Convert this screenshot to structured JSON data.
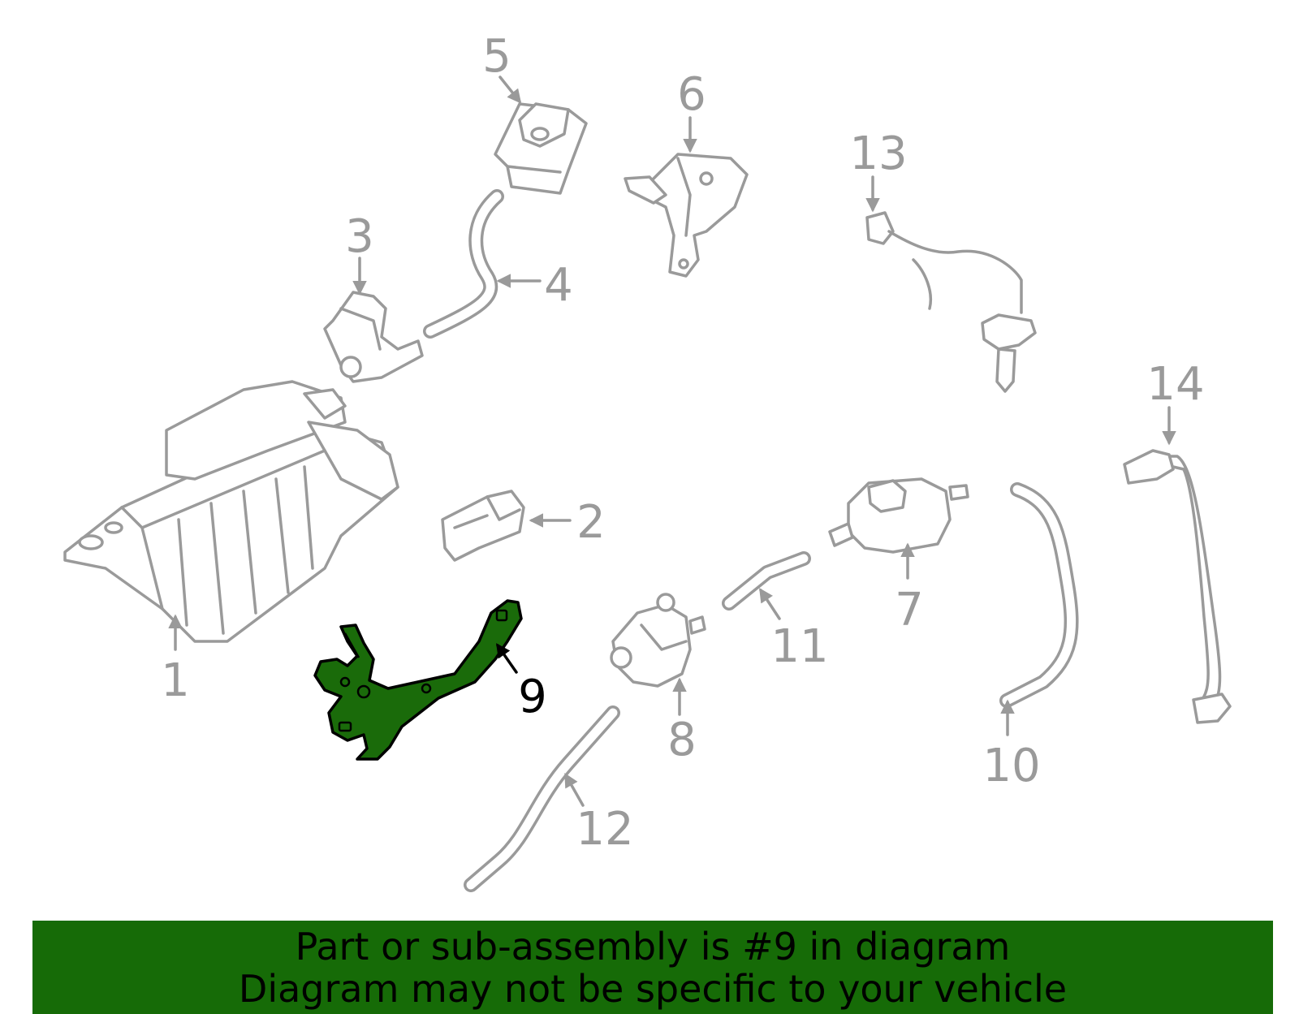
{
  "colors": {
    "part_outline": "#9a9a9a",
    "label_gray": "#9a9a9a",
    "highlight_fill": "#1a6b0a",
    "highlight_label": "#000000",
    "banner_bg": "#166b07",
    "banner_text": "#000000"
  },
  "highlighted_part": "9",
  "callouts": [
    {
      "id": "1",
      "label": "1"
    },
    {
      "id": "2",
      "label": "2"
    },
    {
      "id": "3",
      "label": "3"
    },
    {
      "id": "4",
      "label": "4"
    },
    {
      "id": "5",
      "label": "5"
    },
    {
      "id": "6",
      "label": "6"
    },
    {
      "id": "7",
      "label": "7"
    },
    {
      "id": "8",
      "label": "8"
    },
    {
      "id": "9",
      "label": "9"
    },
    {
      "id": "10",
      "label": "10"
    },
    {
      "id": "11",
      "label": "11"
    },
    {
      "id": "12",
      "label": "12"
    },
    {
      "id": "13",
      "label": "13"
    },
    {
      "id": "14",
      "label": "14"
    }
  ],
  "banner": {
    "line1": "Part or sub-assembly is #9 in diagram",
    "line2": "Diagram may not be specific to your vehicle"
  }
}
